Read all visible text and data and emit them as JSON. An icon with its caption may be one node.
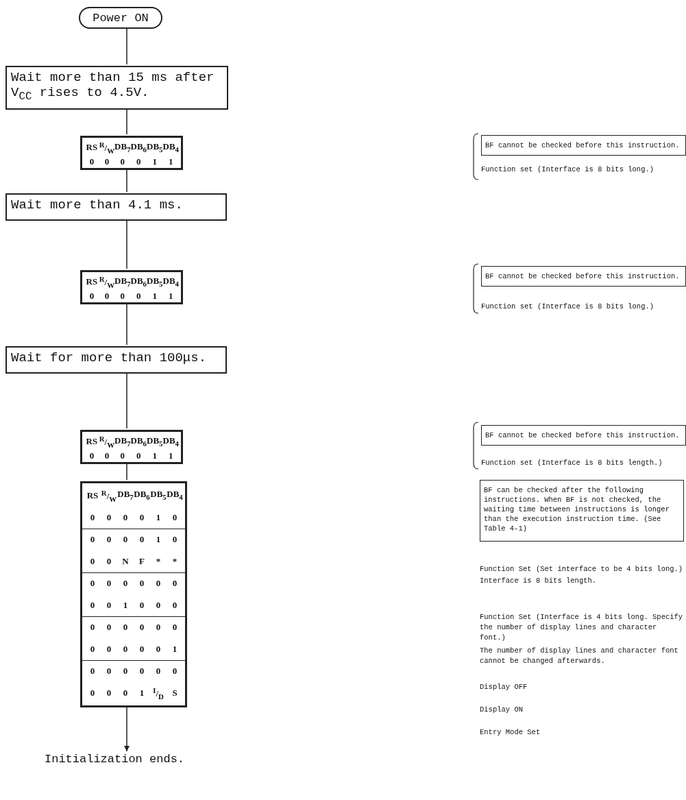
{
  "diagram": {
    "nodes": [
      {
        "text": [
          "Power ON"
        ]
      },
      {
        "text": [
          "Wait more than 15 ms after V$_{CC}$ rises to 4.5V."
        ]
      },
      {
        "text": [
          "RS",
          "$^{R}$/$_{W}$",
          "DB$_{7}$",
          "DB$_{6}$",
          "DB$_{5}$",
          "DB$_{4}$",
          "0",
          "0",
          "0",
          "0",
          "1",
          "1"
        ]
      },
      {
        "text": [
          "Wait more than 4.1 ms."
        ]
      },
      {
        "text": [
          "RS",
          "$^{R}$/$_{W}$",
          "DB$_{7}$",
          "DB$_{6}$",
          "DB$_{5}$",
          "DB$_{4}$",
          "0",
          "0",
          "0",
          "0",
          "1",
          "1"
        ]
      },
      {
        "text": [
          "Wait for more than 100μs."
        ]
      },
      {
        "text": [
          "RS",
          "$^{R}$/$_{W}$",
          "DB$_{7}$",
          "DB$_{6}$",
          "DB$_{5}$",
          "DB$_{4}$",
          "0",
          "0",
          "0",
          "0",
          "1",
          "1"
        ]
      },
      {
        "text": [
          "RS",
          "$^{R}$/$_{W}$",
          "DB$_{7}$",
          "DB$_{6}$",
          "DB$_{5}$",
          "DB$_{4}$",
          "0",
          "0",
          "0",
          "0",
          "1",
          "0",
          "0",
          "0",
          "0",
          "0",
          "1",
          "0",
          "0",
          "0",
          "N",
          "F",
          "*",
          "*",
          "0",
          "0",
          "0",
          "0",
          "0",
          "0",
          "0",
          "0",
          "1",
          "0",
          "0",
          "0",
          "0",
          "0",
          "0",
          "0",
          "0",
          "0",
          "0",
          "0",
          "0",
          "0",
          "0",
          "1",
          "0",
          "0",
          "0",
          "0",
          "0",
          "0",
          "0",
          "0",
          "0",
          "1",
          "$^{I}$/$_{D}$",
          "S"
        ]
      },
      {
        "text": [
          "Initialization ends."
        ]
      },
      {
        "text": [
          "BF cannot be checked before this instruction."
        ],
        "beside": [
          "Function set (Interface is 8 bits long.)"
        ]
      },
      {
        "text": [
          "BF cannot be checked before this instruction."
        ],
        "beside": [
          "Function set (Interface is 8 bits long.)"
        ]
      },
      {
        "text": [
          "BF cannot be checked before this instruction."
        ],
        "beside": [
          "Function set (Interface is 8 bits length.)"
        ]
      },
      {
        "text": [
          "BF can be checked after the following instructions. When BF is not checked, the waiting time between instructions is longer than the execution instruction time. (See Table 4-1)"
        ]
      }
    ],
    "edges": [
      {
        "from": 0,
        "to": 1,
        "arrow": "none"
      },
      {
        "from": 1,
        "to": 2,
        "arrow": "none"
      },
      {
        "from": 2,
        "to": 3,
        "arrow": "none"
      },
      {
        "from": 3,
        "to": 4,
        "arrow": "none"
      },
      {
        "from": 4,
        "to": 5,
        "arrow": "none"
      },
      {
        "from": 5,
        "to": 6,
        "arrow": "none"
      },
      {
        "from": 6,
        "to": 7,
        "arrow": "none"
      },
      {
        "from": 7,
        "to": 8,
        "arrow": "to"
      }
    ],
    "labels": [
      "Function Set (Set interface to be 4 bits long.)",
      "Interface is 8 bits length.",
      "Function Set (Interface is 4 bits long. Specify the number of display lines and character font.)",
      "The number of display lines and character font cannot be changed afterwards.",
      "Display OFF",
      "Display ON",
      "Entry Mode Set"
    ]
  }
}
